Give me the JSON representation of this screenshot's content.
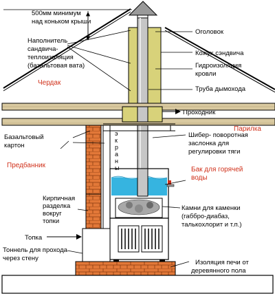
{
  "colors": {
    "insulation": "#d8d27a",
    "brick": "#e27838",
    "wood": "#d9c9a0",
    "water": "#36b4e0",
    "pipe": "#c6c6c6",
    "red_label": "#d0301a"
  },
  "labels": {
    "ridge_height": [
      "500мм минимум",
      "над коньком крыши"
    ],
    "filler": [
      "Наполнитель",
      "сандвича-",
      "теплоизоляция",
      "(базальтовая вата)"
    ],
    "attic": "Чердак",
    "cap": "Оголовок",
    "sandwich_shell": "Кожух сэндвича",
    "roof_waterproof": [
      "Гидроизоляция",
      "кровли"
    ],
    "flue_pipe": "Труба дымохода",
    "passage": "Проходник",
    "steam_room": "Парилка",
    "basalt_board": [
      "Базальтовый",
      "картон"
    ],
    "screens": [
      "э",
      "к",
      "р",
      "а",
      "н",
      "ы"
    ],
    "damper": [
      "Шибер- поворотная",
      "заслонка для",
      "регулировки тяги"
    ],
    "dressing_room": "Предбанник",
    "water_tank": [
      "Бак для горячей",
      "воды"
    ],
    "brick_cutting": [
      "Кирпичная",
      "разделка",
      "вокруг",
      "топки"
    ],
    "stones": [
      "Камни для каменки",
      "(габбро-диабаз,",
      "талькохлорит и т.п.)"
    ],
    "firebox": "Топка",
    "tunnel": [
      "Тоннель для прохода",
      "через стену"
    ],
    "floor_insulation": [
      "Изоляция печи от",
      "деревянного пола"
    ]
  }
}
